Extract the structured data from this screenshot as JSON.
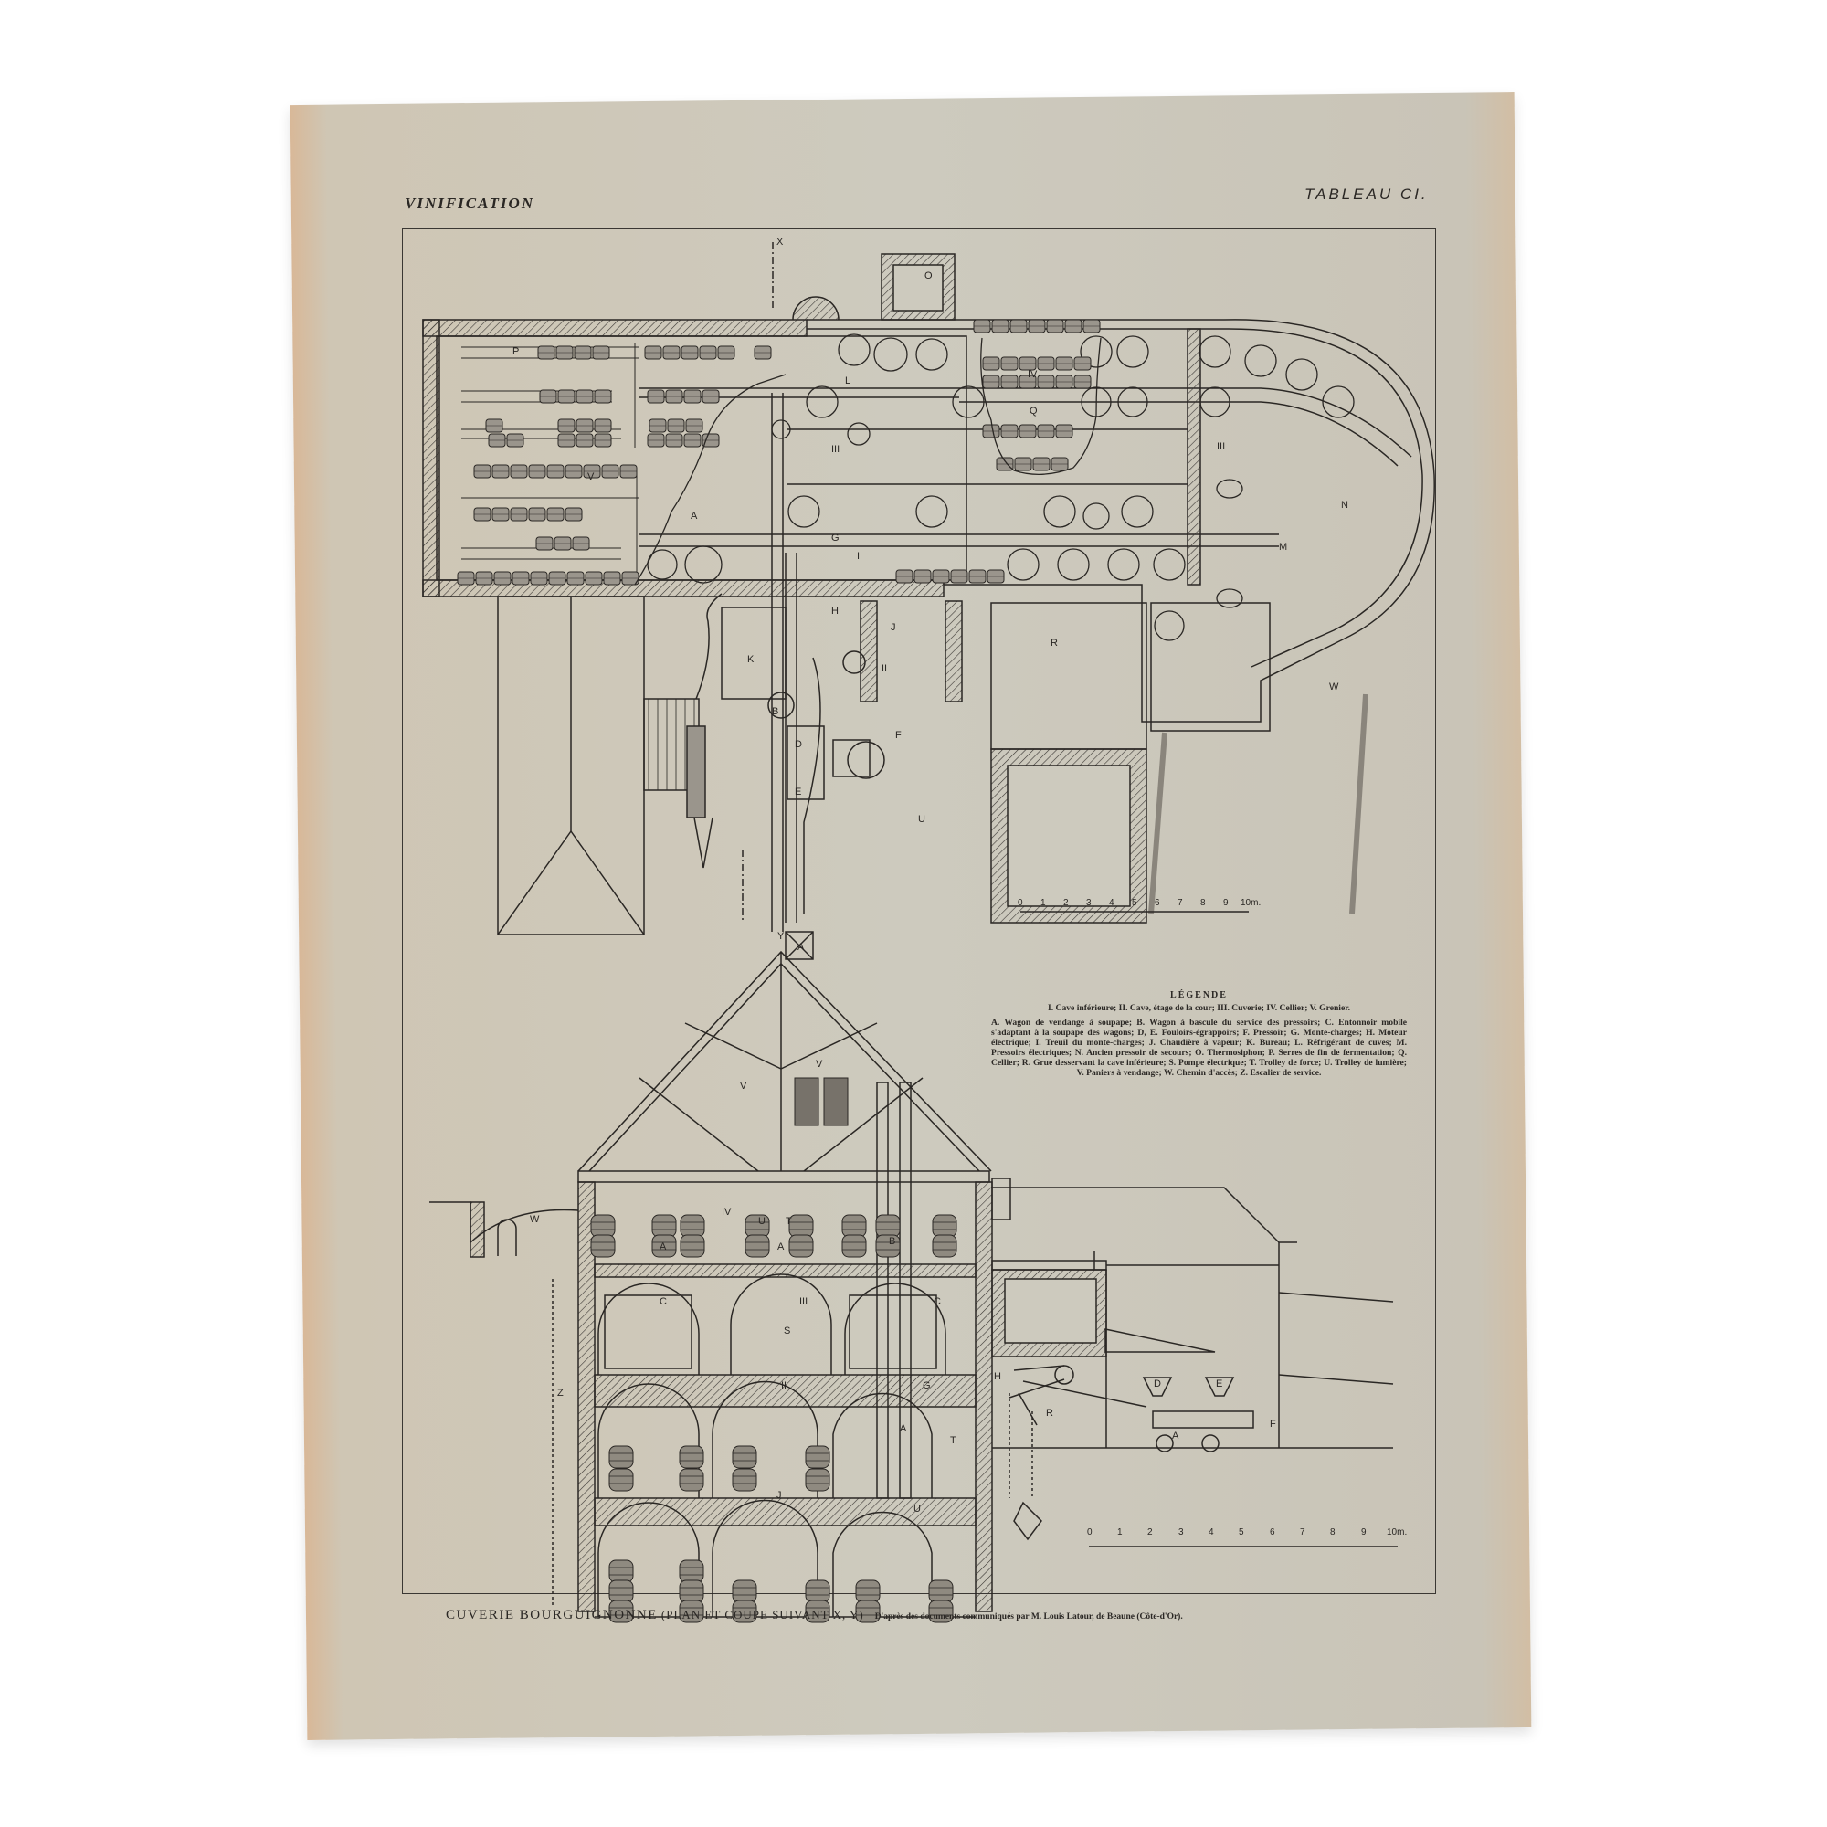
{
  "page": {
    "header_left": "VINIFICATION",
    "header_right": "TABLEAU CI."
  },
  "plan": {
    "section_marks": {
      "top": "X",
      "bottom": "Y"
    },
    "labels": {
      "P": "P",
      "IV_left": "IV",
      "III_center": "III",
      "IV_right": "IV",
      "Q": "Q",
      "III_right": "III",
      "L": "L",
      "O": "O",
      "A_top": "A",
      "G": "G",
      "I": "I",
      "H": "H",
      "J": "J",
      "K": "K",
      "II": "II",
      "B": "B",
      "D": "D",
      "E": "E",
      "F": "F",
      "U": "U",
      "A_bottom": "A",
      "M": "M",
      "N": "N",
      "R": "R",
      "W": "W"
    },
    "scale": {
      "ticks": [
        "0",
        "1",
        "2",
        "3",
        "4",
        "5",
        "6",
        "7",
        "8",
        "9",
        "10m."
      ]
    }
  },
  "section": {
    "labels": {
      "V_roof": "V",
      "V_baskets": "V",
      "IV": "IV",
      "W": "W",
      "U_top": "U",
      "T_top": "T",
      "B": "B",
      "A_left": "A",
      "A_mid": "A",
      "C_left": "C",
      "C_right": "C",
      "III": "III",
      "S": "S",
      "Z": "Z",
      "II": "II",
      "G": "G",
      "A_lift": "A",
      "T_low": "T",
      "H": "H",
      "R": "R",
      "D": "D",
      "E": "E",
      "A_cart": "A",
      "F": "F",
      "J": "J",
      "U_low": "U"
    },
    "scale": {
      "ticks": [
        "0",
        "1",
        "2",
        "3",
        "4",
        "5",
        "6",
        "7",
        "8",
        "9",
        "10m."
      ]
    }
  },
  "legend": {
    "title": "LÉGENDE",
    "rooms": "I. Cave inférieure; II. Cave, étage de la cour; III. Cuverie; IV. Cellier; V. Grenier.",
    "items": "A. Wagon de vendange à soupape; B. Wagon à bascule du service des pressoirs; C. Entonnoir mobile s'adaptant à la soupape des wagons; D, E. Fouloirs-égrappoirs; F. Pressoir; G. Monte-charges; H. Moteur électrique; I. Treuil du monte-charges; J. Chaudière à vapeur; K. Bureau; L. Réfrigérant de cuves; M. Pressoirs électriques; N. Ancien pressoir de secours; O. Thermosiphon; P. Serres de fin de fermentation; Q. Cellier; R. Grue desservant la cave inférieure; S. Pompe électrique; T. Trolley de force; U. Trolley de lumière; V. Paniers à vendange; W. Chemin d'accès; Z. Escalier de service."
  },
  "caption": {
    "main": "CUVERIE BOURGUIGNONNE",
    "sub": "(PLAN ET COUPE SUIVANT X, Y)",
    "credit": "D'après des documents communiqués par M. Louis Latour, de Beaune (Côte-d'Or)."
  },
  "colors": {
    "paper": "#cdcabe",
    "ink": "#2a2724",
    "edge": "#d8b898"
  }
}
